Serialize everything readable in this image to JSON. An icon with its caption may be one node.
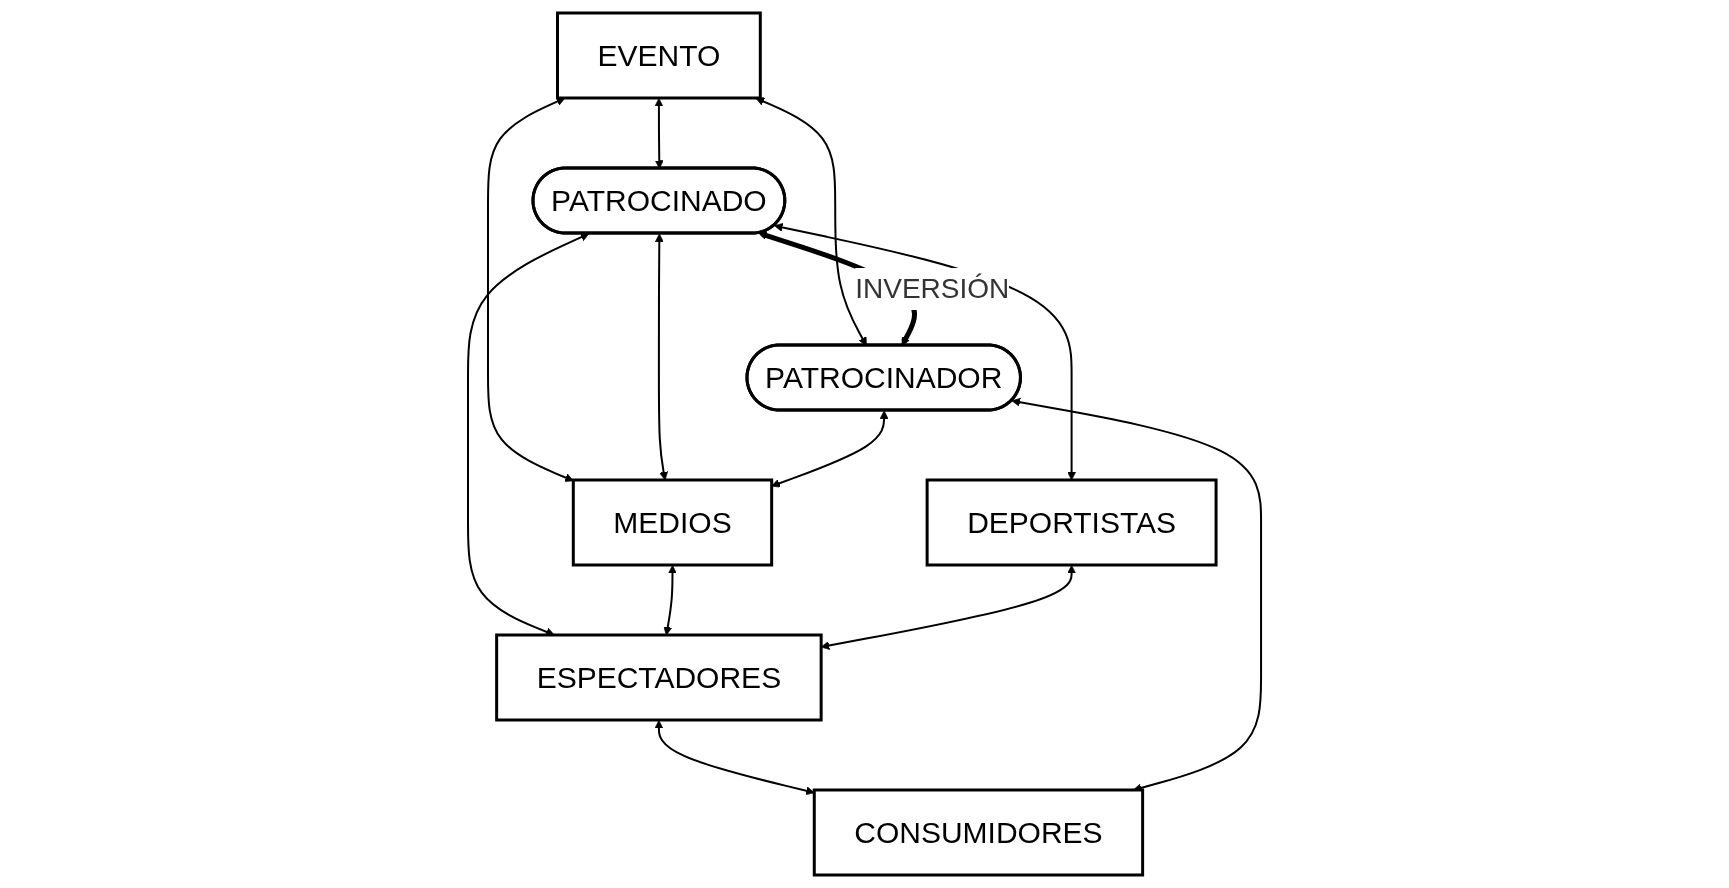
{
  "diagram": {
    "nodes": [
      {
        "text": [
          "EVENTO"
        ]
      },
      {
        "text": [
          "PATROCINADO"
        ]
      },
      {
        "text": [
          "PATROCINADOR"
        ]
      },
      {
        "text": [
          "MEDIOS"
        ]
      },
      {
        "text": [
          "DEPORTISTAS"
        ]
      },
      {
        "text": [
          "ESPECTADORES"
        ]
      },
      {
        "text": [
          "CONSUMIDORES"
        ]
      }
    ],
    "edges": [
      {
        "from": 0,
        "to": 1,
        "arrow": "both"
      },
      {
        "from": 0,
        "to": 2,
        "arrow": "both"
      },
      {
        "from": 0,
        "to": 3,
        "arrow": "both"
      },
      {
        "from": 1,
        "to": 2,
        "arrow": "both",
        "label": "INVERSIÓN",
        "style": "thick"
      },
      {
        "from": 1,
        "to": 3,
        "arrow": "both"
      },
      {
        "from": 2,
        "to": 3,
        "arrow": "both"
      },
      {
        "from": 1,
        "to": 4,
        "arrow": "both"
      },
      {
        "from": 1,
        "to": 5,
        "arrow": "both"
      },
      {
        "from": 3,
        "to": 5,
        "arrow": "both"
      },
      {
        "from": 4,
        "to": 5,
        "arrow": "both"
      },
      {
        "from": 5,
        "to": 6,
        "arrow": "both"
      },
      {
        "from": 2,
        "to": 6,
        "arrow": "both"
      }
    ]
  }
}
